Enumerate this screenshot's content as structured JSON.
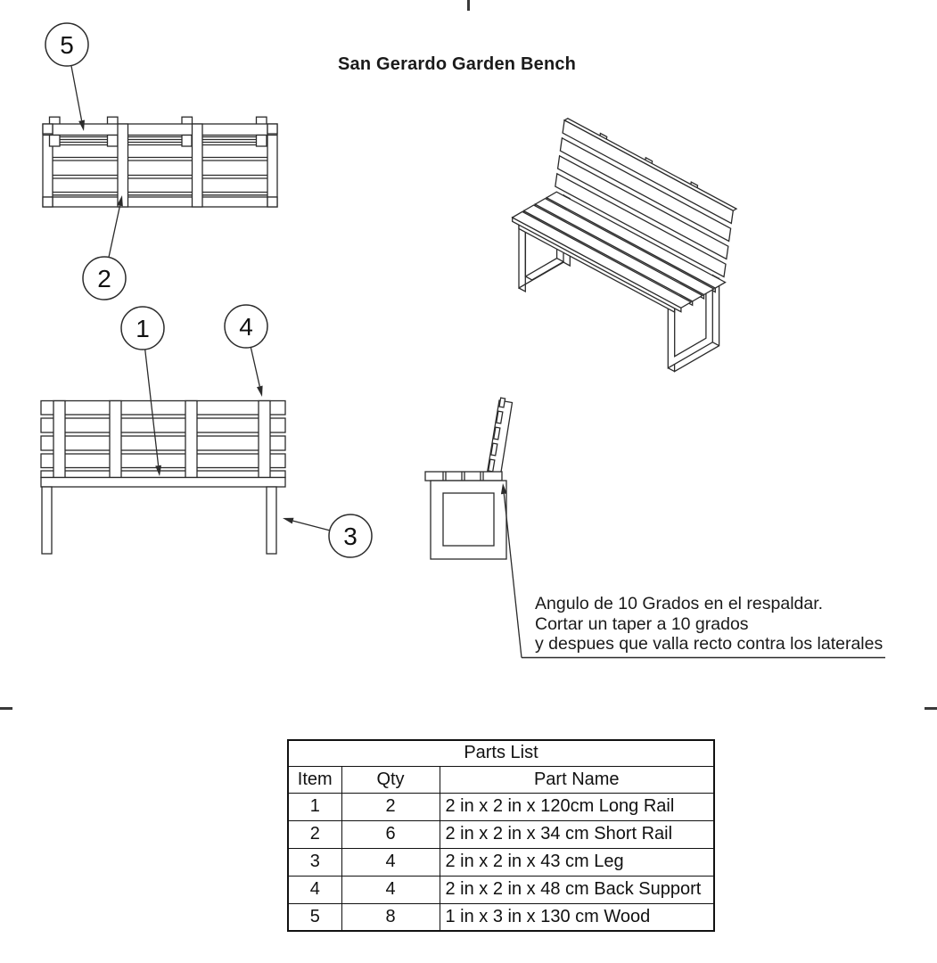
{
  "page": {
    "background": "#ffffff",
    "line_color": "#2b2b2b",
    "text_color": "#1a1a1a"
  },
  "title": "San Gerardo Garden Bench",
  "callouts": [
    {
      "label": "5"
    },
    {
      "label": "2"
    },
    {
      "label": "1"
    },
    {
      "label": "4"
    },
    {
      "label": "3"
    }
  ],
  "annotation": {
    "line1": "Angulo de 10 Grados en el respaldar.",
    "line2": "Cortar un taper a 10 grados",
    "line3": "y despues que valla recto contra los laterales"
  },
  "parts_table": {
    "title": "Parts List",
    "columns": [
      "Item",
      "Qty",
      "Part Name"
    ],
    "rows": [
      {
        "item": "1",
        "qty": "2",
        "name": "2 in x 2 in x 120cm Long Rail"
      },
      {
        "item": "2",
        "qty": "6",
        "name": "2 in x 2 in x 34 cm Short Rail"
      },
      {
        "item": "3",
        "qty": "4",
        "name": "2 in x 2 in x 43 cm Leg"
      },
      {
        "item": "4",
        "qty": "4",
        "name": "2 in x 2 in x  48 cm Back Support"
      },
      {
        "item": "5",
        "qty": "8",
        "name": "1 in x 3 in x 130 cm Wood"
      }
    ]
  }
}
